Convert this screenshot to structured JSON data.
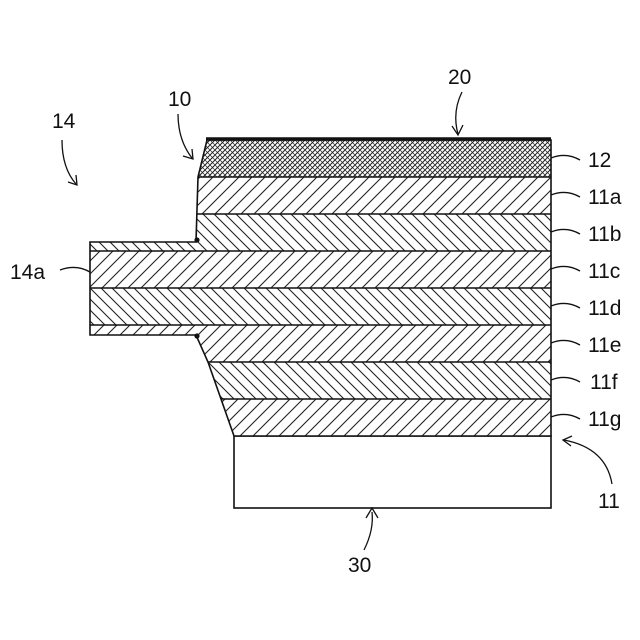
{
  "figure": {
    "labels": {
      "whole_device": "10",
      "top_layer": "20",
      "region": "14",
      "protrusion": "14a",
      "layer_12": "12",
      "layer_11a": "11a",
      "layer_11b": "11b",
      "layer_11c": "11c",
      "layer_11d": "11d",
      "layer_11e": "11e",
      "layer_11f": "11f",
      "layer_11g": "11g",
      "stack": "11",
      "substrate": "30"
    }
  }
}
